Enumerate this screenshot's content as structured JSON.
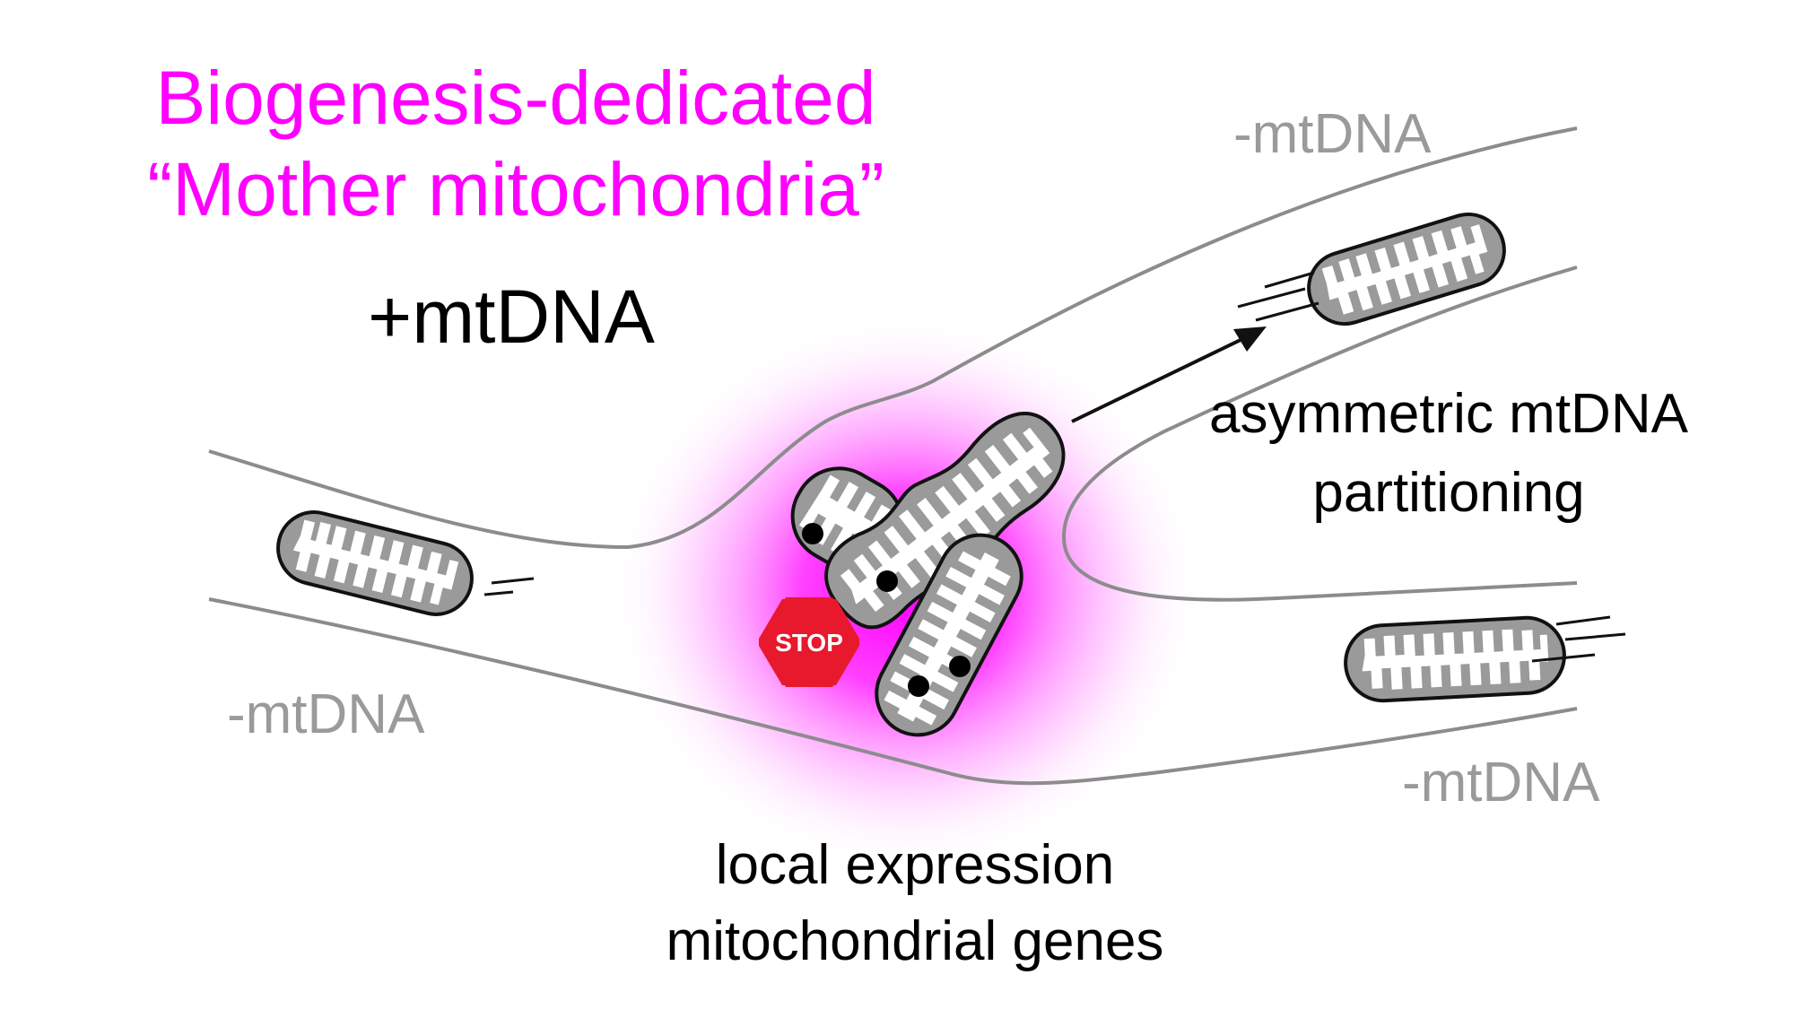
{
  "title": {
    "line1": "Biogenesis-dedicated",
    "line2": "“Mother mitochondria”",
    "line3": "+mtDNA",
    "color": "#ff00ff"
  },
  "labels": {
    "mtdna_upper_right": "-mtDNA",
    "mtdna_left": "-mtDNA",
    "mtdna_lower_right": "-mtDNA",
    "asymmetric_line1": "asymmetric mtDNA",
    "asymmetric_line2": "partitioning",
    "local_line1": "local expression",
    "local_line2": "mitochondrial genes",
    "stop": "STOP"
  },
  "colors": {
    "membrane": "#8c8c8c",
    "mito_fill": "#9a9a9a",
    "cristae": "#ffffff",
    "glow": "#ff00ff",
    "stop_sign": "#e8192c",
    "label_gray": "#9a9a9a",
    "text": "#000000"
  },
  "icons": {
    "stop": "stop-sign-icon",
    "arrow": "arrow-icon",
    "nucleoid": "mtdna-nucleoid-dot"
  }
}
